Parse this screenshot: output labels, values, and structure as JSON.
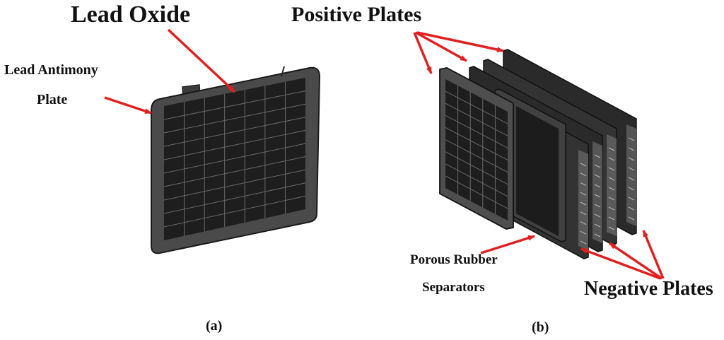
{
  "panel_a": {
    "labels": {
      "lead_oxide": "Lead Oxide",
      "antimony_line1": "Lead Antimony",
      "antimony_line2": "Plate"
    },
    "caption": "(a)"
  },
  "panel_b": {
    "labels": {
      "positive": "Positive Plates",
      "negative": "Negative Plates",
      "separator_line1": "Porous Rubber",
      "separator_line2": "Separators"
    },
    "caption": "(b)"
  },
  "colors": {
    "arrow": "#e02020",
    "plate_frame": "#4a4a4a",
    "plate_grid": "#1e1e1e",
    "grid_line": "#6a6a6a",
    "separator": "#202020"
  }
}
